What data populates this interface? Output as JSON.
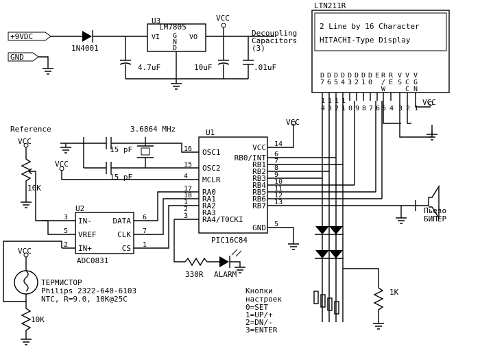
{
  "power": {
    "vin": "+9VDC",
    "gnd": "GND",
    "diode": "1N4001",
    "reg_ref": "U3",
    "reg_part": "LM7805",
    "reg_vi": "VI",
    "reg_gnd": "GND",
    "reg_vo": "VO",
    "cap_in": "4.7uF",
    "cap_out": "10uF",
    "cap_dec": ".01uF",
    "decoupling": "Decoupling",
    "capacitors": "Capacitors",
    "cap_count": "(3)"
  },
  "vcc": "VCC",
  "lcd": {
    "part": "LTN211R",
    "line1": "2 Line by 16 Character",
    "line2": "HITACHI-Type Display",
    "pin_top": [
      "D",
      "D",
      "D",
      "D",
      "D",
      "D",
      "D",
      "D",
      "E",
      "R",
      "R",
      "V",
      "V",
      "V"
    ],
    "pin_bottom": [
      "7",
      "6",
      "5",
      "4",
      "3",
      "2",
      "1",
      "0",
      "",
      "/",
      "E",
      "S",
      "C",
      "G"
    ],
    "pin_bottom2": [
      "",
      "",
      "",
      "",
      "",
      "",
      "",
      "",
      "",
      "W",
      "",
      "",
      "C",
      "N"
    ],
    "pin_nums": [
      "1",
      "1",
      "1",
      "1",
      "",
      "",
      "",
      "",
      "",
      "",
      "",
      "",
      "",
      "",
      ""
    ],
    "pin_nums2": [
      "4",
      "3",
      "2",
      "1",
      "0",
      "9",
      "8",
      "7",
      "6",
      "5",
      "4",
      "3",
      "2",
      "1"
    ]
  },
  "mcu": {
    "ref": "U1",
    "part": "PIC16C84",
    "left_pins": [
      {
        "num": "16",
        "name": "OSC1"
      },
      {
        "num": "15",
        "name": "OSC2"
      },
      {
        "num": "4",
        "name": "MCLR"
      },
      {
        "num": "17",
        "name": "RA0"
      },
      {
        "num": "18",
        "name": "RA1"
      },
      {
        "num": "1",
        "name": "RA2"
      },
      {
        "num": "2",
        "name": "RA3"
      },
      {
        "num": "3",
        "name": "RA4/T0CKI"
      }
    ],
    "right_pins": [
      {
        "num": "14",
        "name": "VCC"
      },
      {
        "num": "6",
        "name": "RB0/INT"
      },
      {
        "num": "7",
        "name": "RB1"
      },
      {
        "num": "8",
        "name": "RB2"
      },
      {
        "num": "9",
        "name": "RB3"
      },
      {
        "num": "10",
        "name": "RB4"
      },
      {
        "num": "11",
        "name": "RB5"
      },
      {
        "num": "12",
        "name": "RB6"
      },
      {
        "num": "13",
        "name": "RB7"
      },
      {
        "num": "5",
        "name": "GND"
      }
    ]
  },
  "crystal": {
    "freq": "3.6864 MHz",
    "c1": "15 pF",
    "c2": "15 pF"
  },
  "adc": {
    "ref": "U2",
    "part": "ADC0831",
    "pins": [
      {
        "num": "3",
        "name": "IN-"
      },
      {
        "num": "5",
        "name": "VREF"
      },
      {
        "num": "2",
        "name": "IN+"
      },
      {
        "num": "6",
        "name": "DATA"
      },
      {
        "num": "7",
        "name": "CLK"
      },
      {
        "num": "1",
        "name": "CS"
      }
    ]
  },
  "reference": {
    "label": "Reference",
    "pot": "10K"
  },
  "thermistor": {
    "name": "ТЕРМИСТОР",
    "part": "Philips 2322-640-6103",
    "spec": "NTC, R=9.0, 10K@25C",
    "resistor": "10K"
  },
  "led": {
    "resistor": "330R",
    "label": "ALARM"
  },
  "buzzer": {
    "line1": "Пьезо",
    "line2": "БИПЕР"
  },
  "buttons": {
    "title1": "Кнопки",
    "title2": "настроек",
    "items": [
      "0=SET",
      "1=UP/+",
      "2=DN/-",
      "3=ENTER"
    ],
    "pullup": "1K"
  }
}
